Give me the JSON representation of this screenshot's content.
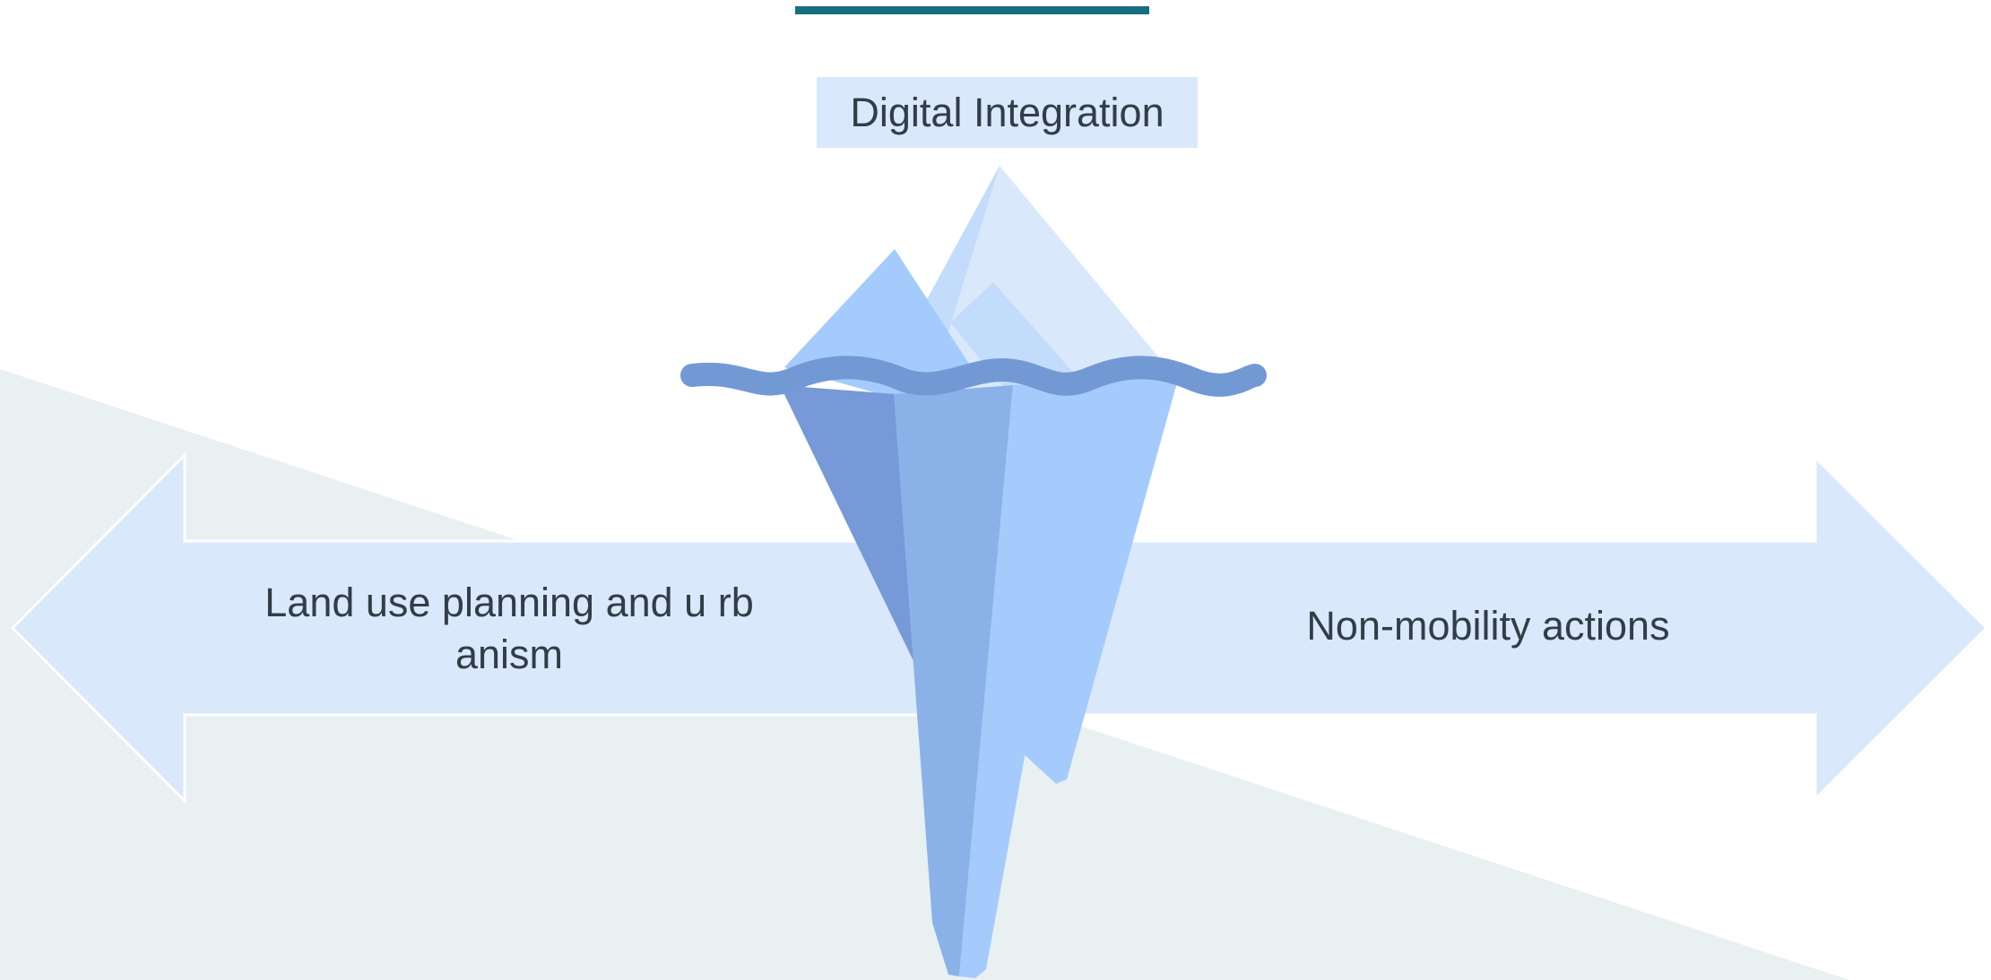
{
  "diagram": {
    "top_label": "Digital Integration",
    "left_label": "Land use planning and u rbanism",
    "right_label": "Non-mobility actions"
  },
  "colors": {
    "accent_bar": "#176e7e",
    "background_band": "#e8f0f2",
    "arrow_fill": "#dae8fc",
    "label_text": "#333d47",
    "iceberg_light": "#dae8fc",
    "iceberg_mid": "#a4cbfc",
    "iceberg_dark": "#7799d8",
    "water_line": "#7399d5"
  },
  "icons": {
    "central_graphic": "iceberg-icon",
    "waterline": "wave-icon"
  }
}
